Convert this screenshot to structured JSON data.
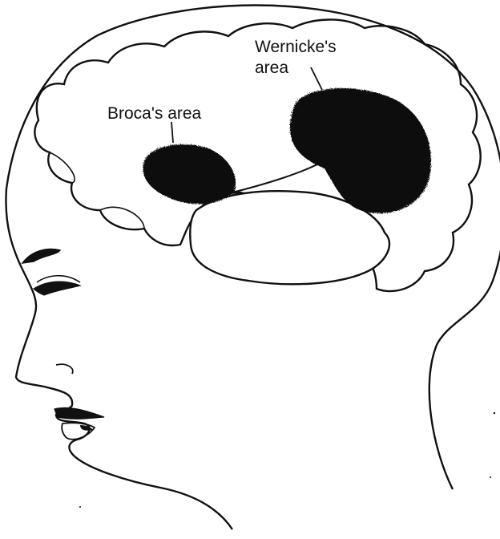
{
  "labels": {
    "broca": "Broca's area",
    "wernicke_line1": "Wernicke's",
    "wernicke_line2": "area"
  },
  "colors": {
    "ink": "#111111",
    "region_fill": "#0d0d0d",
    "background": "#ffffff"
  }
}
